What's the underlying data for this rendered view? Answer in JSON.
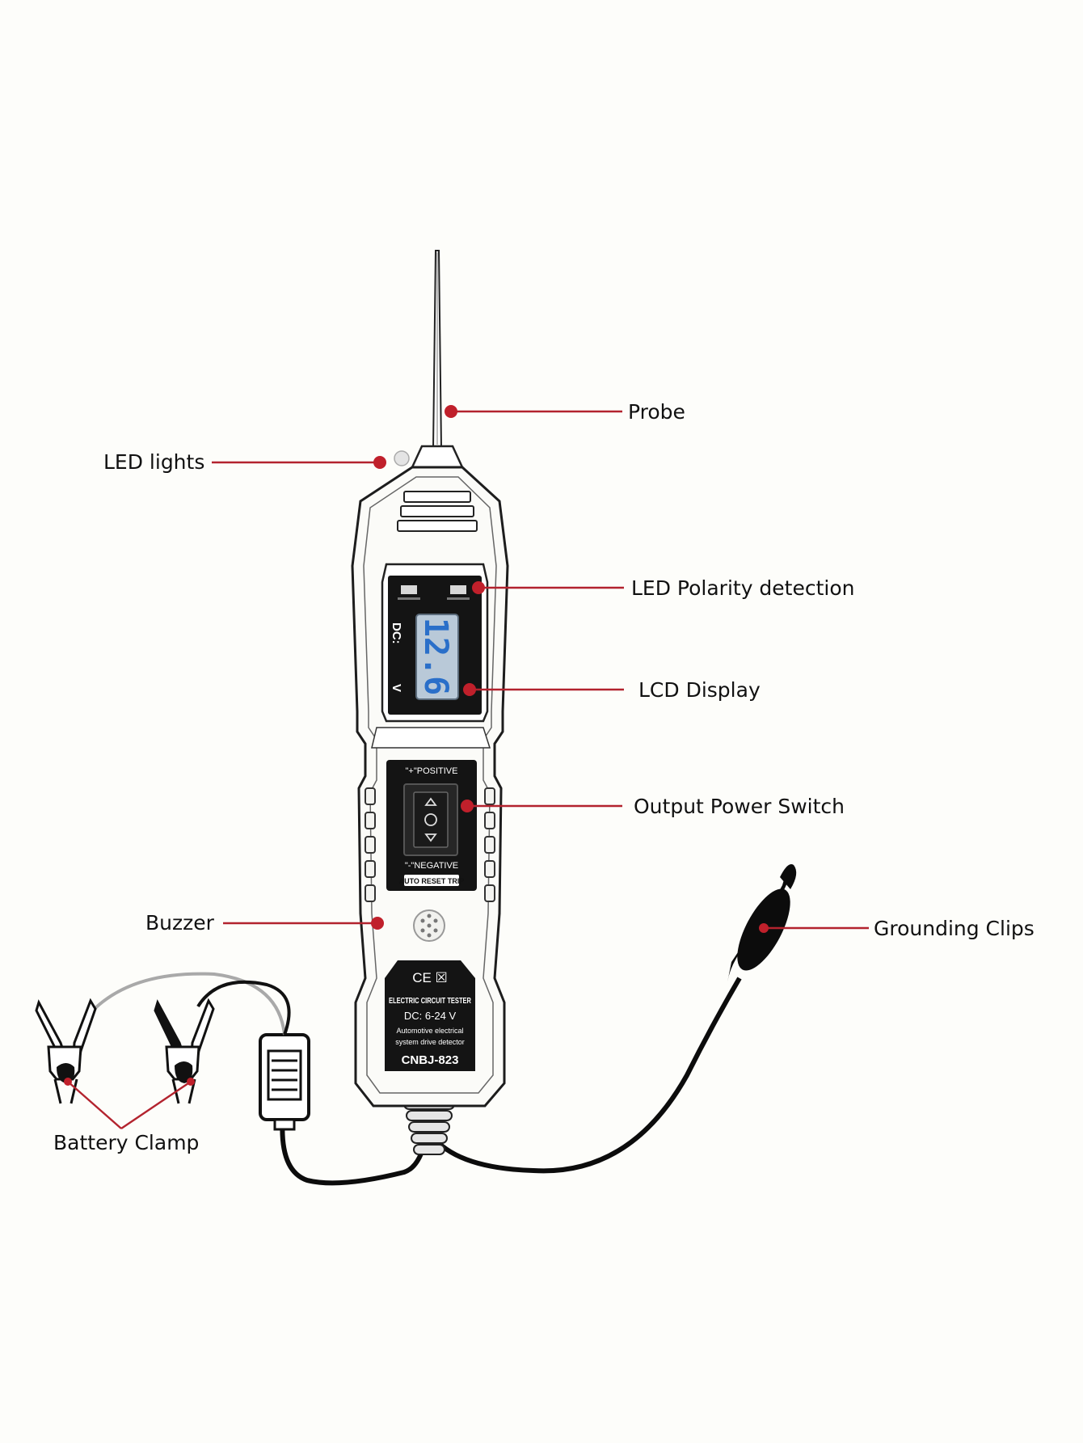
{
  "callouts": {
    "probe": "Probe",
    "led_lights": "LED lights",
    "led_polarity": "LED Polarity detection",
    "lcd_display": "LCD Display",
    "output_switch": "Output Power Switch",
    "buzzer": "Buzzer",
    "grounding_clips": "Grounding Clips",
    "battery_clamp": "Battery Clamp"
  },
  "device": {
    "lcd_unit_label": "DC:",
    "lcd_volt_symbol": "V",
    "lcd_reading": "12.6",
    "switch_positive": "\"+\"POSITIVE",
    "switch_negative": "\"-\"NEGATIVE",
    "auto_reset": "AUTO RESET TRIP",
    "cert_marks": "CE ☒",
    "product_title": "ELECTRIC CIRCUIT TESTER",
    "voltage_range": "DC: 6-24 V",
    "desc_line1": "Automotive electrical",
    "desc_line2": "system drive detector",
    "model": "CNBJ-823"
  },
  "colors": {
    "accent_red": "#c0202b",
    "lcd_blue": "#2a6fc9",
    "lcd_background": "#b9c9d8",
    "panel_black": "#141414",
    "cable_black": "#0c0c0c"
  }
}
